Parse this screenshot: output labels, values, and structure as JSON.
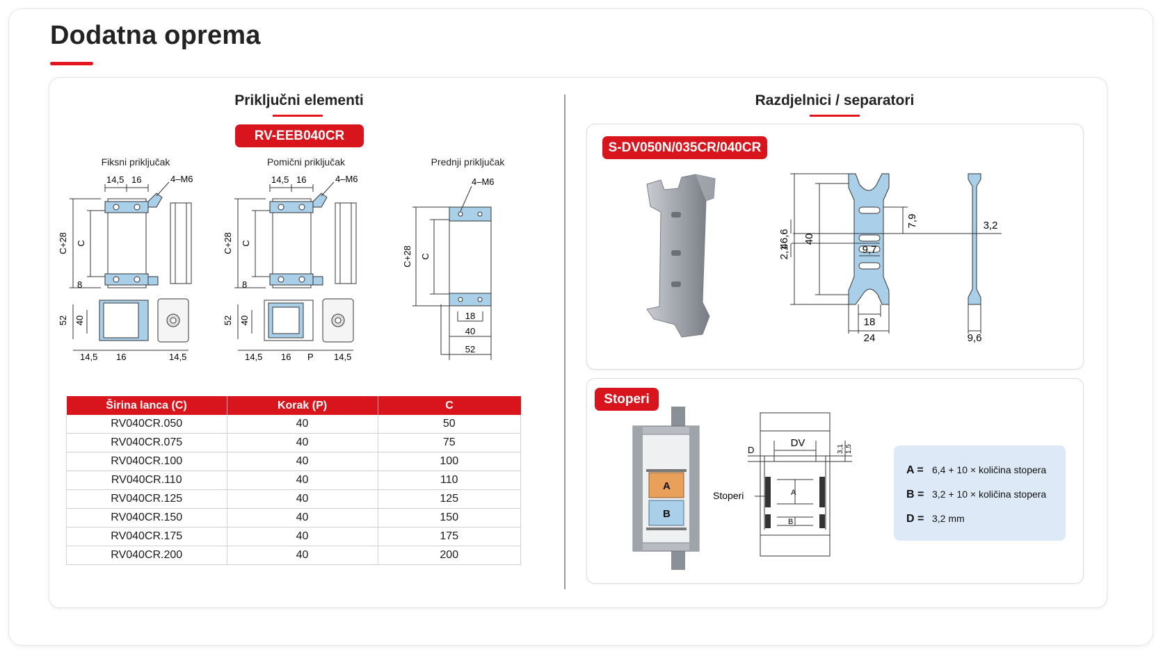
{
  "page": {
    "title": "Dodatna oprema"
  },
  "left": {
    "title": "Priključni elementi",
    "badge": "RV-EEB040CR",
    "diagrams": {
      "fixed": {
        "label": "Fiksni priključak",
        "d1": "14,5",
        "d2": "16",
        "screw": "4–M6",
        "h_outer": "C+28",
        "h_inner": "C",
        "offset": "8",
        "h52": "52",
        "h40": "40",
        "b1": "14,5",
        "b2": "16",
        "b3": "14,5"
      },
      "moving": {
        "label": "Pomični priključak",
        "d1": "14,5",
        "d2": "16",
        "screw": "4–M6",
        "h_outer": "C+28",
        "h_inner": "C",
        "offset": "8",
        "h52": "52",
        "h40": "40",
        "b1": "14,5",
        "b2": "16",
        "b_p": "P",
        "b3": "14,5"
      },
      "front": {
        "label": "Prednji priključak",
        "screw": "4–M6",
        "h_outer": "C+28",
        "h_inner": "C",
        "w18": "18",
        "w40": "40",
        "w52": "52"
      }
    },
    "table": {
      "headers": [
        "Širina lanca (C)",
        "Korak (P)",
        "C"
      ],
      "rows": [
        [
          "RV040CR.050",
          "40",
          "50"
        ],
        [
          "RV040CR.075",
          "40",
          "75"
        ],
        [
          "RV040CR.100",
          "40",
          "100"
        ],
        [
          "RV040CR.110",
          "40",
          "110"
        ],
        [
          "RV040CR.125",
          "40",
          "125"
        ],
        [
          "RV040CR.150",
          "40",
          "150"
        ],
        [
          "RV040CR.175",
          "40",
          "175"
        ],
        [
          "RV040CR.200",
          "40",
          "200"
        ]
      ]
    }
  },
  "right": {
    "title": "Razdjelnici / separatori",
    "separator": {
      "badge": "S-DV050N/035CR/040CR",
      "dims": {
        "h_total": "46,6",
        "h_inner": "40",
        "slot_gap": "2,1",
        "slot_w": "9,7",
        "slot_h": "7,9",
        "w_inner": "18",
        "w_outer": "24",
        "thickness": "3,2",
        "side_w": "9,6"
      }
    },
    "stoppers": {
      "badge": "Stoperi",
      "photo_labels": {
        "a": "A",
        "b": "B"
      },
      "drawing": {
        "d": "D",
        "dv": "DV",
        "stoperi": "Stoperi",
        "a": "A",
        "b": "B",
        "small1": "3,1",
        "small2": "1,5"
      },
      "legend": [
        {
          "key": "A =",
          "text": "6,4 + 10 × količina stopera"
        },
        {
          "key": "B =",
          "text": "3,2 + 10 × količina stopera"
        },
        {
          "key": "D =",
          "text": "3,2 mm"
        }
      ]
    }
  },
  "colors": {
    "accent": "#d8151c",
    "part_blue": "#a9cfe9",
    "legend_bg": "#dde9f6"
  }
}
